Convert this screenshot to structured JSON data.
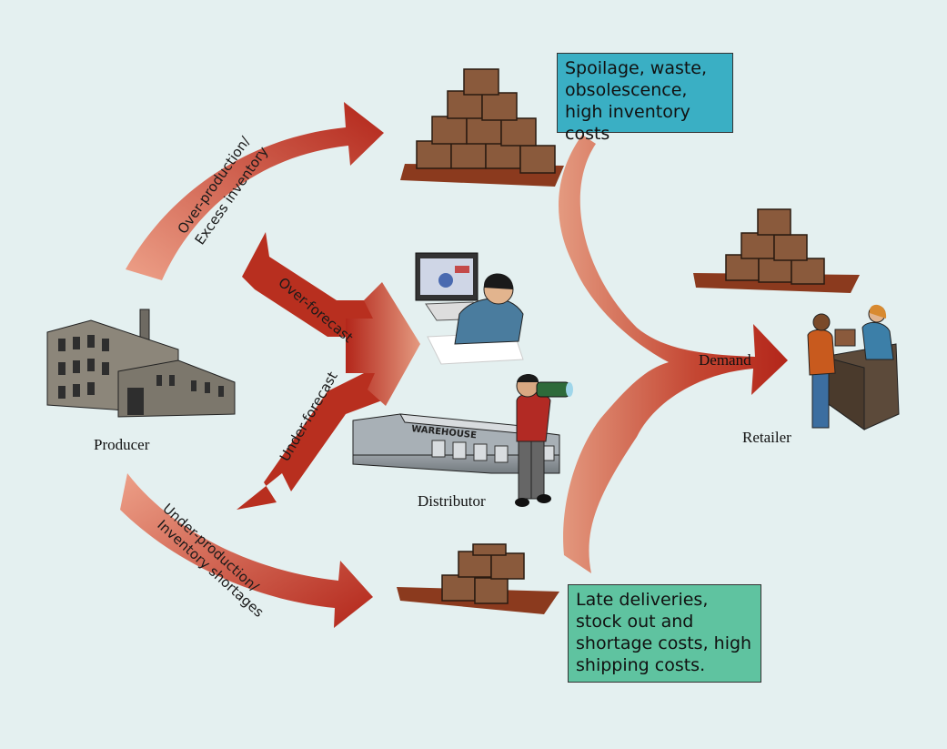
{
  "labels": {
    "producer": "Producer",
    "distributor": "Distributor",
    "retailer": "Retailer",
    "demand": "Demand",
    "warehouse_sign": "WAREHOUSE"
  },
  "arrows": {
    "over_production_line1": "Over-production/",
    "over_production_line2": "Excess inventory",
    "over_forecast": "Over-forecast",
    "under_forecast": "Under-forecast",
    "under_production_line1": "Under-production/",
    "under_production_line2": "Inventory shortages"
  },
  "boxes": {
    "top_text": "Spoilage, waste, obsolescence, high inventory costs",
    "bottom_text": "Late deliveries, stock out and shortage costs, high shipping costs."
  },
  "colors": {
    "background": "#e4f0f0",
    "arrow_dark": "#b32a1c",
    "arrow_light": "#e49a80",
    "top_box": "#3aafc4",
    "bottom_box": "#5fc3a0",
    "crate": "#8a5a3c",
    "pallet": "#8b3a1e"
  }
}
